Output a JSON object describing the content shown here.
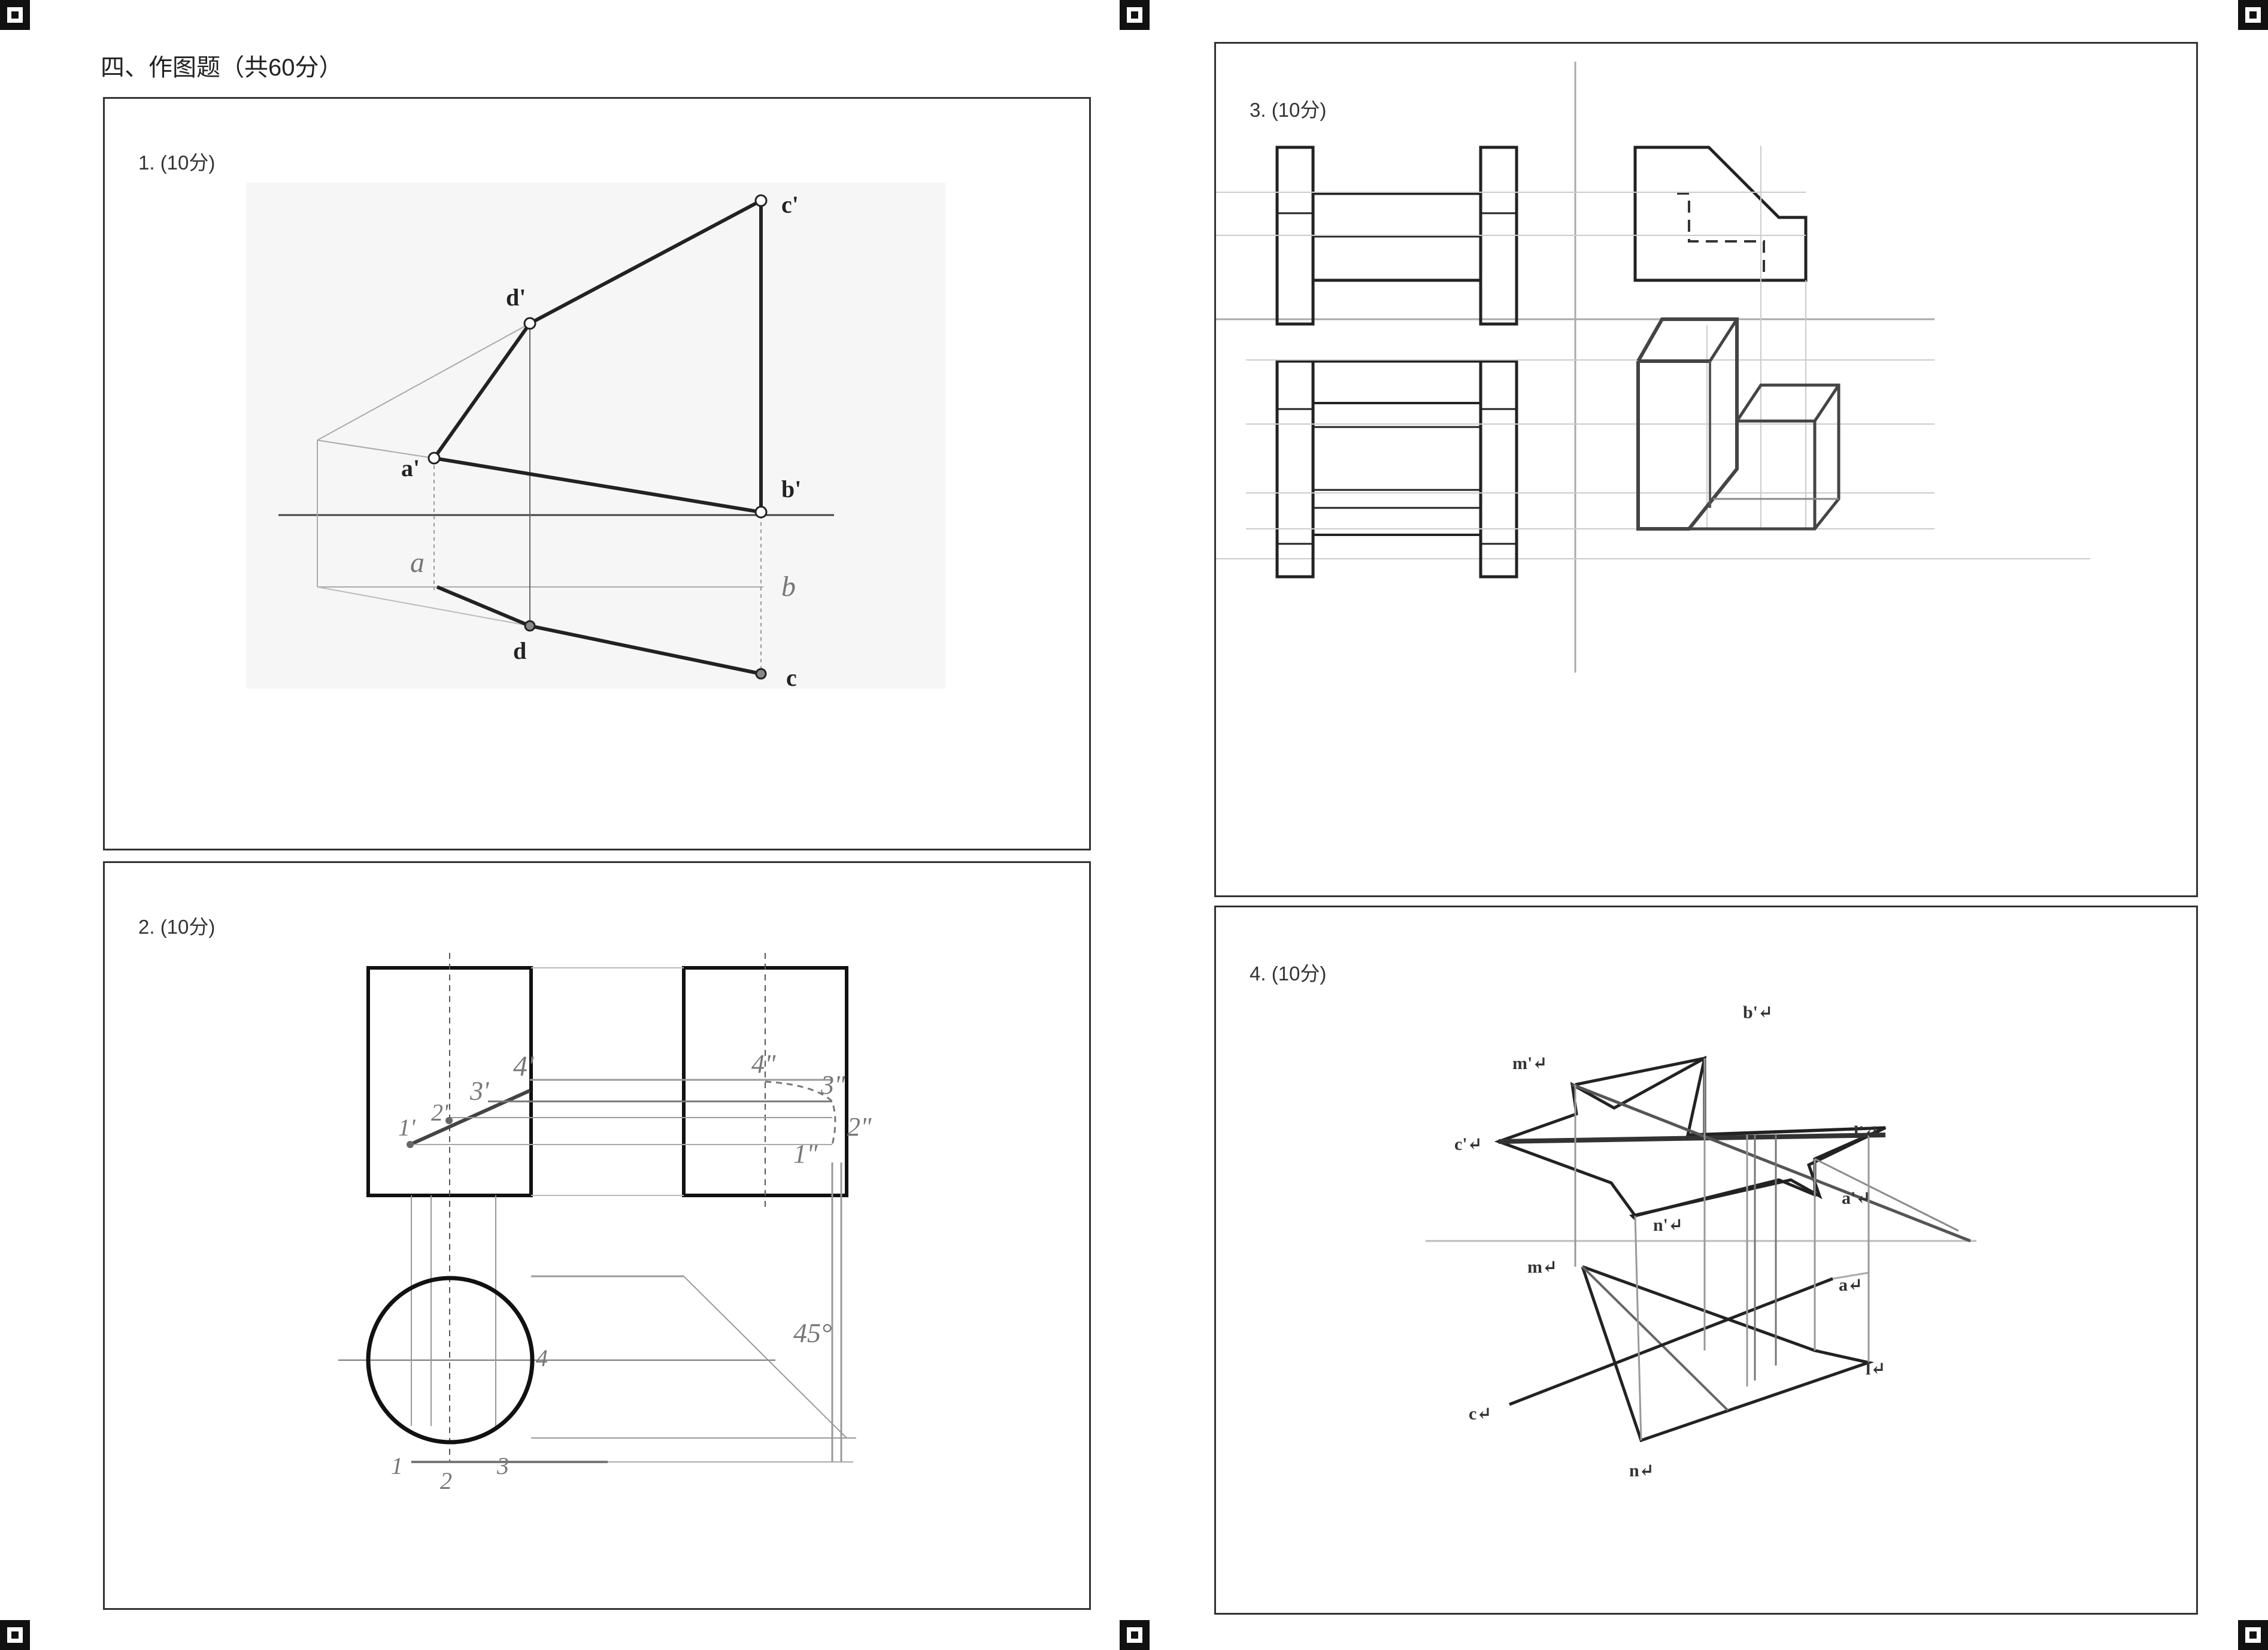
{
  "page": {
    "title": "四、作图题（共60分）"
  },
  "questions": [
    {
      "label": "1. (10分)"
    },
    {
      "label": "2. (10分)"
    },
    {
      "label": "3. (10分)"
    },
    {
      "label": "4. (10分)"
    }
  ],
  "q1_points": {
    "a_prime": "a'",
    "b_prime": "b'",
    "c_prime": "c'",
    "d_prime": "d'",
    "d": "d",
    "c": "c",
    "hand_a": "a",
    "hand_b": "b"
  },
  "q2_points": {
    "p1p": "1'",
    "p2p": "2'",
    "p3p": "3'",
    "p4p": "4'",
    "p4pp": "4\"",
    "p3pp": "3\"",
    "p2pp": "2\"",
    "p1pp": "1\"",
    "p1": "1",
    "p2": "2",
    "p3": "3",
    "p4": "4",
    "angle": "45°"
  },
  "q4_points": {
    "b_prime": "b'↵",
    "m_prime": "m'↵",
    "c_prime": "c'↵",
    "l_prime": "l'↵",
    "a_prime": "a'↵",
    "n_prime": "n'↵",
    "m": "m↵",
    "a": "a↵",
    "l": "l↵",
    "c": "c↵",
    "n": "n↵"
  }
}
